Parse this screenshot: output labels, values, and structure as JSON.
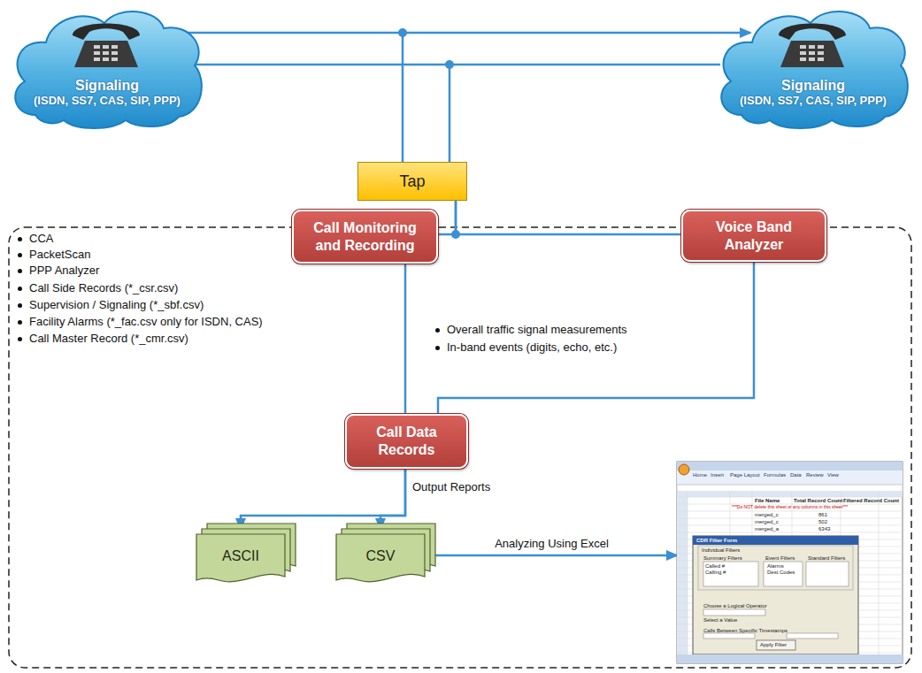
{
  "diagram": {
    "nodes": [
      {
        "text": [
          "Signaling",
          "(ISDN, SS7, CAS, SIP, PPP)"
        ]
      },
      {
        "text": [
          "Signaling",
          "(ISDN, SS7, CAS, SIP, PPP)"
        ]
      },
      {
        "text": [
          "Tap"
        ]
      },
      {
        "text": [
          "Call Monitoring and Recording"
        ]
      },
      {
        "text": [
          "Voice Band Analyzer"
        ]
      },
      {
        "text": [
          "Call Data Records"
        ]
      },
      {
        "text": [
          "ASCII"
        ]
      },
      {
        "text": [
          "CSV"
        ]
      },
      {
        "text": [
          "Home",
          "Insert",
          "Page Layout",
          "Formulas",
          "Data",
          "Review",
          "View",
          "File Name",
          "Total Record Count",
          "Filtered Record Count",
          "***Do NOT delete this sheet or any columns in this sheet***",
          "merged_c",
          "861",
          "merged_c",
          "502",
          "merged_a",
          "6343",
          "CDR Filter Form",
          "Individual Filters",
          "Summary Filters",
          "Event Filters",
          "Standard Filters",
          "Called #",
          "Calling #",
          "Alarms",
          "Dest Codes",
          "Choose a Logical Operator",
          "Select a Value",
          "Calls Between Specific Timestamps",
          "Apply Filter"
        ]
      }
    ],
    "edges": [
      {
        "from": 0,
        "to": 1,
        "arrow": "to"
      },
      {
        "from": 0,
        "to": 1,
        "arrow": "none"
      },
      {
        "from": 2,
        "to": 3,
        "arrow": "none"
      },
      {
        "from": 2,
        "to": 4,
        "arrow": "none"
      },
      {
        "from": 3,
        "to": 5,
        "arrow": "none"
      },
      {
        "from": 4,
        "to": 5,
        "arrow": "none"
      },
      {
        "from": 5,
        "to": 6,
        "arrow": "to"
      },
      {
        "from": 5,
        "to": 7,
        "arrow": "to"
      },
      {
        "from": 7,
        "to": 8,
        "label": "Analyzing Using Excel",
        "arrow": "to"
      }
    ],
    "labels": [
      "CCA",
      "PacketScan",
      "PPP Analyzer",
      "Call Side Records (*_csr.csv)",
      "Supervision / Signaling (*_sbf.csv)",
      "Facility Alarms (*_fac.csv only for ISDN, CAS)",
      "Call Master Record (*_cmr.csv)",
      "Overall traffic signal measurements",
      "In-band events (digits, echo, etc.)",
      "Output Reports"
    ]
  }
}
